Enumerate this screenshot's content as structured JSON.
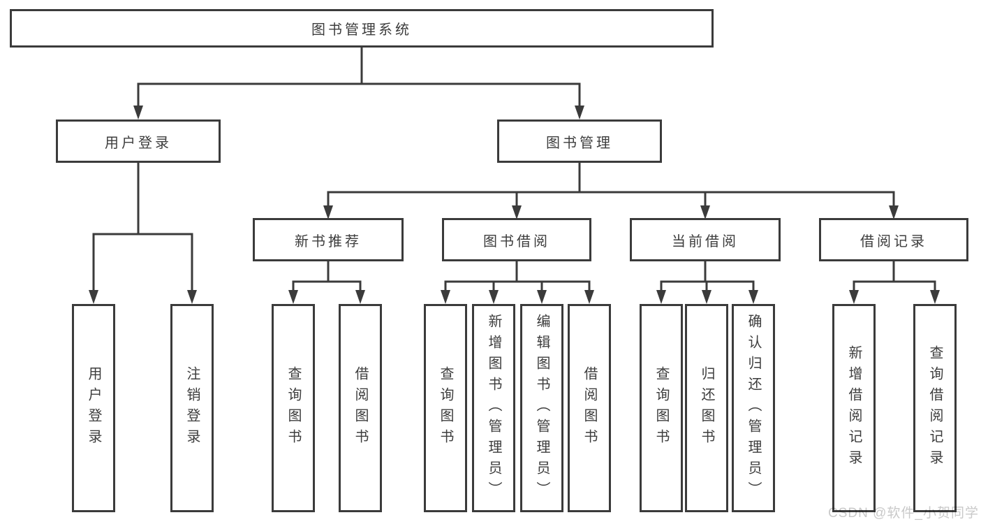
{
  "diagram": {
    "type": "hierarchy-tree",
    "root": {
      "label": "图书管理系统"
    },
    "level1": [
      {
        "id": "user-login",
        "label": "用户登录",
        "parent": "图书管理系统"
      },
      {
        "id": "book-management",
        "label": "图书管理",
        "parent": "图书管理系统"
      }
    ],
    "level2": [
      {
        "id": "new-book-recommend",
        "label": "新书推荐",
        "parent": "图书管理"
      },
      {
        "id": "book-borrowing",
        "label": "图书借阅",
        "parent": "图书管理"
      },
      {
        "id": "current-borrowing",
        "label": "当前借阅",
        "parent": "图书管理"
      },
      {
        "id": "borrowing-records",
        "label": "借阅记录",
        "parent": "图书管理"
      }
    ],
    "leaves": [
      {
        "label": "用户登录",
        "parent": "用户登录"
      },
      {
        "label": "注销登录",
        "parent": "用户登录"
      },
      {
        "label": "查询图书",
        "parent": "新书推荐"
      },
      {
        "label": "借阅图书",
        "parent": "新书推荐"
      },
      {
        "label": "查询图书",
        "parent": "图书借阅"
      },
      {
        "label": "新增图书（管理员）",
        "parent": "图书借阅"
      },
      {
        "label": "编辑图书（管理员）",
        "parent": "图书借阅"
      },
      {
        "label": "借阅图书",
        "parent": "图书借阅"
      },
      {
        "label": "查询图书",
        "parent": "当前借阅"
      },
      {
        "label": "归还图书",
        "parent": "当前借阅"
      },
      {
        "label": "确认归还（管理员）",
        "parent": "当前借阅"
      },
      {
        "label": "新增借阅记录",
        "parent": "借阅记录"
      },
      {
        "label": "查询借阅记录",
        "parent": "借阅记录"
      }
    ]
  },
  "watermark": {
    "text": "CSDN @软件_小贺同学"
  },
  "colors": {
    "line": "#3b3b3b",
    "border": "#3b3b3b",
    "text": "#3d3d3d",
    "background": "#ffffff",
    "watermark": "#c9c9c9"
  }
}
